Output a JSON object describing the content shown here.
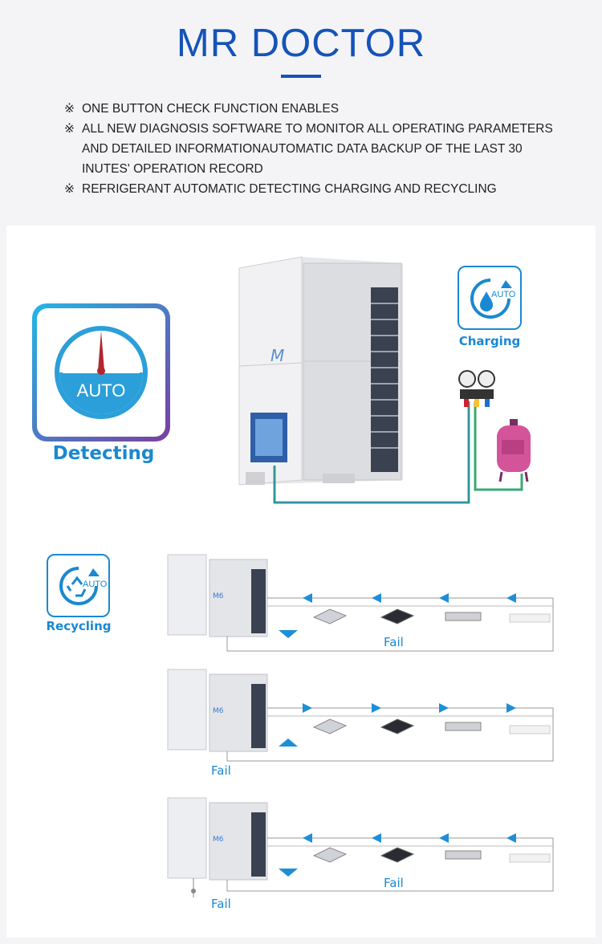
{
  "header": {
    "title": "MR DOCTOR",
    "features": [
      {
        "mark": "※",
        "lines": [
          "ONE BUTTON CHECK FUNCTION ENABLES"
        ]
      },
      {
        "mark": "※",
        "lines": [
          "ALL NEW DIAGNOSIS SOFTWARE TO MONITOR ALL OPERATING PARAMETERS",
          "AND DETAILED INFORMATIONAUTOMATIC DATA BACKUP OF THE LAST 30",
          "INUTES' OPERATION RECORD"
        ]
      },
      {
        "mark": "※",
        "lines": [
          "REFRIGERANT AUTOMATIC DETECTING CHARGING AND RECYCLING"
        ]
      }
    ]
  },
  "detecting": {
    "gauge_text": "AUTO",
    "label": "Detecting"
  },
  "charging": {
    "badge_text": "AUTO",
    "label": "Charging"
  },
  "recycling": {
    "badge_text": "AUTO",
    "label": "Recycling"
  },
  "diagrams": [
    {
      "fail_label": "Fail"
    },
    {
      "fail_label": "Fail"
    },
    {
      "fail_label": "Fail"
    }
  ],
  "colors": {
    "brand_blue": "#1553b8",
    "accent_blue": "#1a88d2",
    "arrow_blue": "#1e8fd6",
    "pipe_green": "#3aa876",
    "tank_pink": "#d4549a"
  }
}
